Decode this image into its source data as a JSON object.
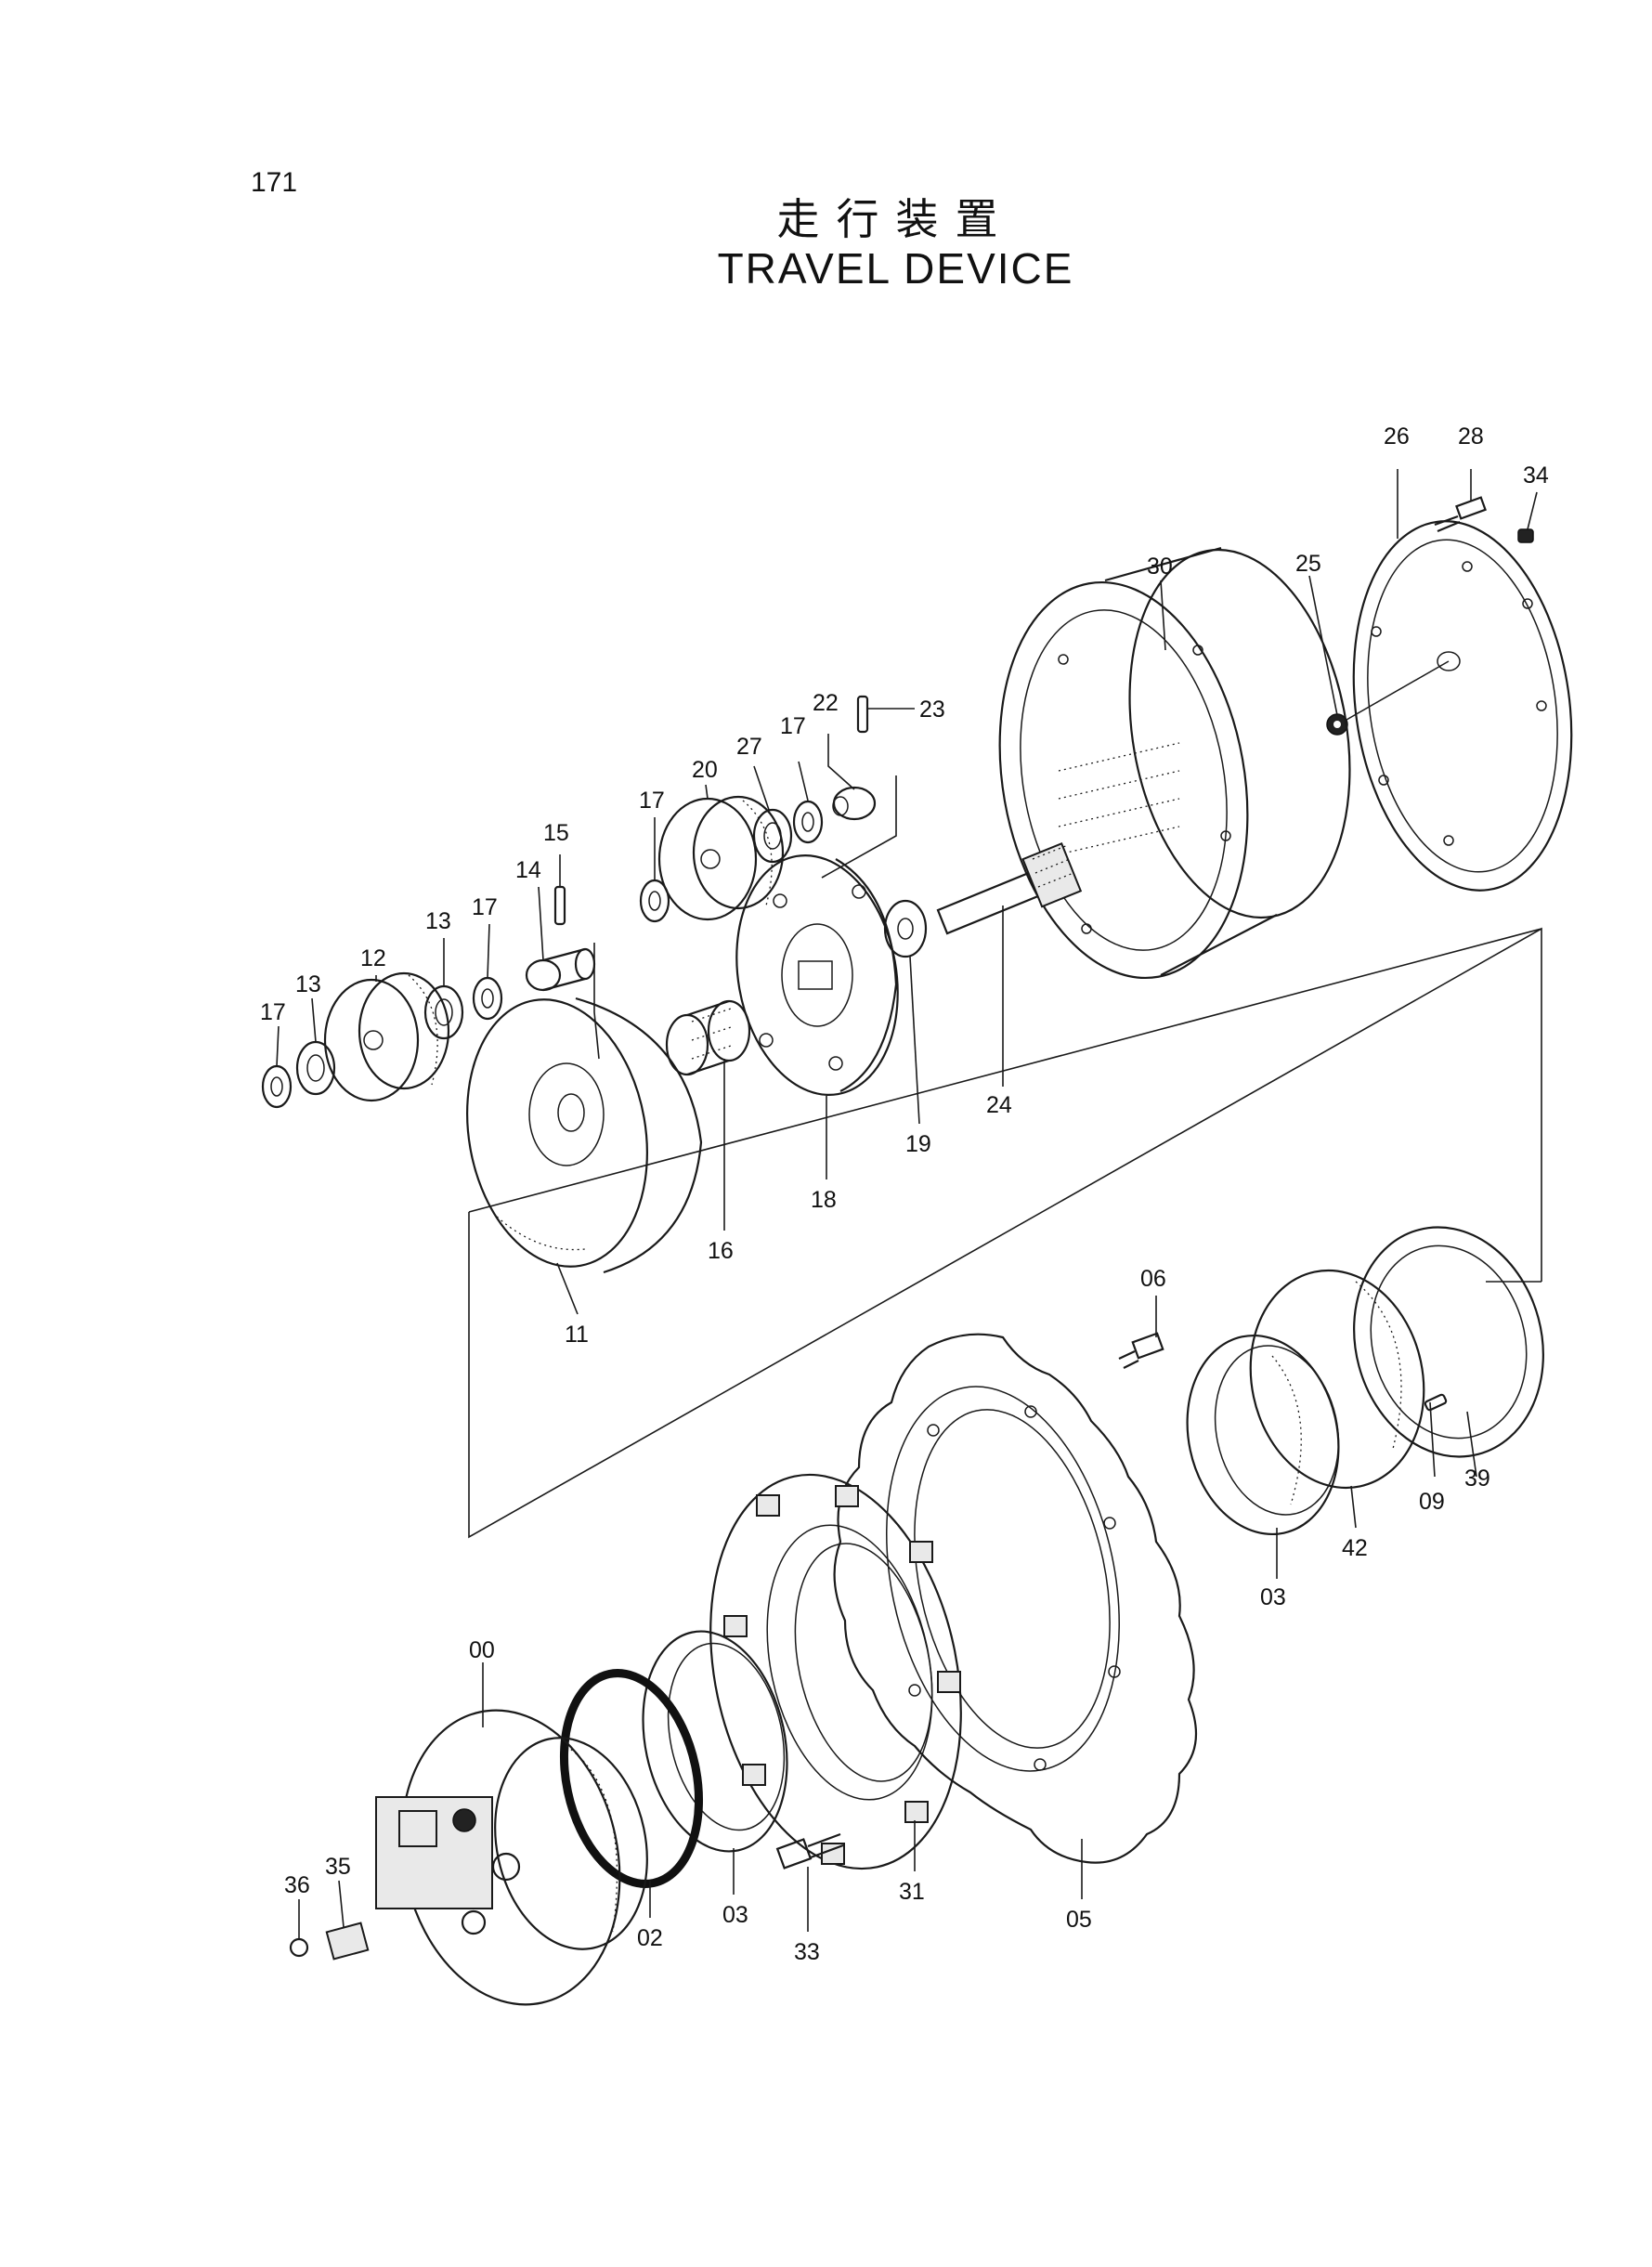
{
  "page_number": "171",
  "title_jp": "走行装置",
  "title_en": "TRAVEL  DEVICE",
  "labels": {
    "p00": "00",
    "p02": "02",
    "p03a": "03",
    "p03b": "03",
    "p05": "05",
    "p06": "06",
    "p09": "09",
    "p11": "11",
    "p12": "12",
    "p13a": "13",
    "p13b": "13",
    "p14": "14",
    "p15": "15",
    "p16": "16",
    "p17a": "17",
    "p17b": "17",
    "p17c": "17",
    "p17d": "17",
    "p18": "18",
    "p19": "19",
    "p20": "20",
    "p22": "22",
    "p23": "23",
    "p24": "24",
    "p25": "25",
    "p26": "26",
    "p27": "27",
    "p28": "28",
    "p30": "30",
    "p31": "31",
    "p33": "33",
    "p34": "34",
    "p35": "35",
    "p36": "36",
    "p39": "39",
    "p42": "42"
  }
}
